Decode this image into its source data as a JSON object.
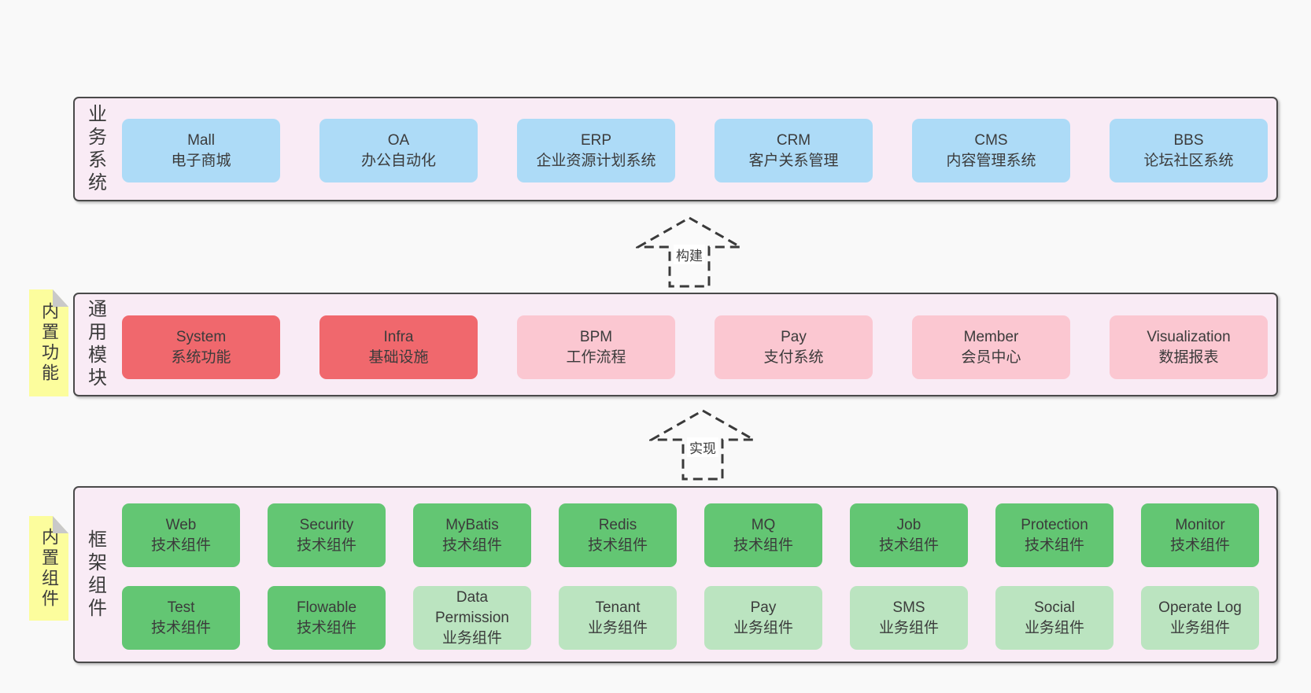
{
  "colors": {
    "page_bg": "#f9f9f9",
    "band_fill": "#f9ebf5",
    "band_border": "#4a4a4a",
    "blue": "#addbf7",
    "red": "#f0686d",
    "pink": "#fbc7d1",
    "green": "#63c673",
    "light_green": "#bbe4c0",
    "sticky_yellow": "#fcfd9d",
    "fold_gray": "#c9c9c9",
    "text": "#3b3b3b"
  },
  "bands": [
    {
      "label": "业务系统",
      "boxes": [
        {
          "en": "Mall",
          "zh": "电子商城",
          "color": "blue"
        },
        {
          "en": "OA",
          "zh": "办公自动化",
          "color": "blue"
        },
        {
          "en": "ERP",
          "zh": "企业资源计划系统",
          "color": "blue"
        },
        {
          "en": "CRM",
          "zh": "客户关系管理",
          "color": "blue"
        },
        {
          "en": "CMS",
          "zh": "内容管理系统",
          "color": "blue"
        },
        {
          "en": "BBS",
          "zh": "论坛社区系统",
          "color": "blue"
        }
      ]
    },
    {
      "label": "通用模块",
      "sticky": "内置功能",
      "boxes": [
        {
          "en": "System",
          "zh": "系统功能",
          "color": "red"
        },
        {
          "en": "Infra",
          "zh": "基础设施",
          "color": "red"
        },
        {
          "en": "BPM",
          "zh": "工作流程",
          "color": "pink"
        },
        {
          "en": "Pay",
          "zh": "支付系统",
          "color": "pink"
        },
        {
          "en": "Member",
          "zh": "会员中心",
          "color": "pink"
        },
        {
          "en": "Visualization",
          "zh": "数据报表",
          "color": "pink"
        }
      ]
    },
    {
      "label": "框架组件",
      "sticky": "内置组件",
      "rows": [
        [
          {
            "en": "Web",
            "zh": "技术组件",
            "color": "green"
          },
          {
            "en": "Security",
            "zh": "技术组件",
            "color": "green"
          },
          {
            "en": "MyBatis",
            "zh": "技术组件",
            "color": "green"
          },
          {
            "en": "Redis",
            "zh": "技术组件",
            "color": "green"
          },
          {
            "en": "MQ",
            "zh": "技术组件",
            "color": "green"
          },
          {
            "en": "Job",
            "zh": "技术组件",
            "color": "green"
          },
          {
            "en": "Protection",
            "zh": "技术组件",
            "color": "green"
          },
          {
            "en": "Monitor",
            "zh": "技术组件",
            "color": "green"
          }
        ],
        [
          {
            "en": "Test",
            "zh": "技术组件",
            "color": "green"
          },
          {
            "en": "Flowable",
            "zh": "技术组件",
            "color": "green"
          },
          {
            "en": "Data Permission",
            "zh": "业务组件",
            "color": "light_green"
          },
          {
            "en": "Tenant",
            "zh": "业务组件",
            "color": "light_green"
          },
          {
            "en": "Pay",
            "zh": "业务组件",
            "color": "light_green"
          },
          {
            "en": "SMS",
            "zh": "业务组件",
            "color": "light_green"
          },
          {
            "en": "Social",
            "zh": "业务组件",
            "color": "light_green"
          },
          {
            "en": "Operate Log",
            "zh": "业务组件",
            "color": "light_green"
          }
        ]
      ]
    }
  ],
  "arrows": [
    {
      "label": "构建"
    },
    {
      "label": "实现"
    }
  ]
}
